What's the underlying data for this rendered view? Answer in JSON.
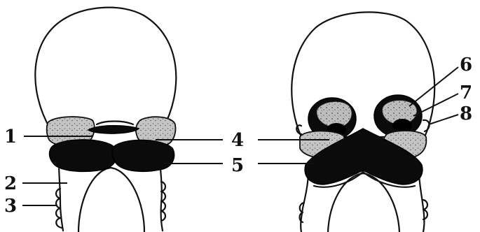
{
  "labels": {
    "l1": "1",
    "l2": "2",
    "l3": "3",
    "l4": "4",
    "l5": "5",
    "l6": "6",
    "l7": "7",
    "l8": "8"
  },
  "colors": {
    "ink": "#111111",
    "grey_tissue": "#a8a8a8",
    "dark_tissue": "#0b0b0b",
    "background": "#ffffff"
  }
}
